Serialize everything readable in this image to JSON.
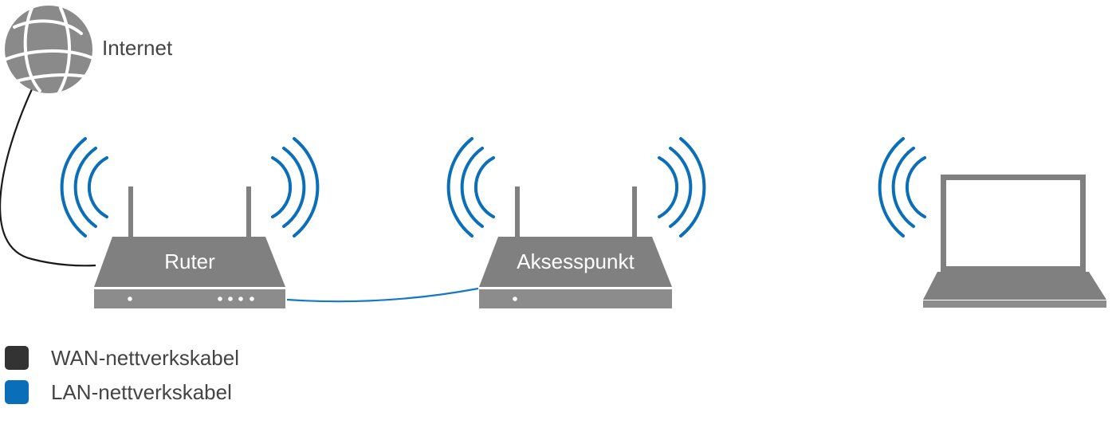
{
  "nodes": {
    "internet": {
      "label": "Internet",
      "icon": "globe-icon"
    },
    "router": {
      "label": "Ruter",
      "icon": "router-icon"
    },
    "access_point": {
      "label": "Aksesspunkt",
      "icon": "access-point-icon"
    },
    "laptop": {
      "icon": "laptop-icon"
    }
  },
  "legend": {
    "items": [
      {
        "label": "WAN-nettverkskabel",
        "color": "#333333"
      },
      {
        "label": "LAN-nettverkskabel",
        "color": "#0a6fb8"
      }
    ]
  },
  "colors": {
    "device": "#808080",
    "device_base": "#8c8c8c",
    "wifi": "#0a6fb8",
    "wan_cable": "#1a1a1a",
    "lan_cable": "#1677c4"
  }
}
